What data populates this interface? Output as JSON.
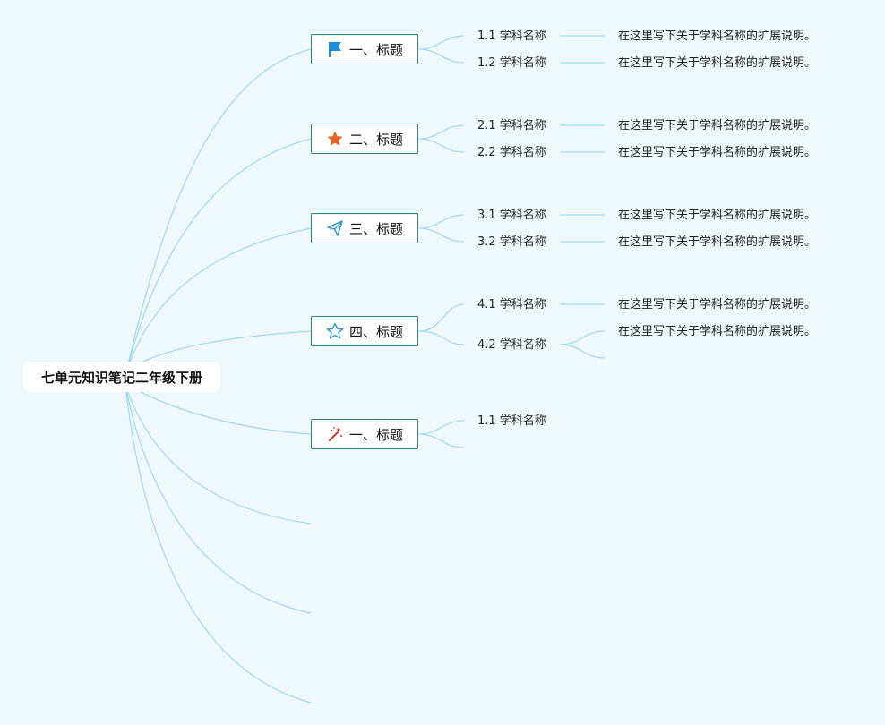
{
  "root": {
    "label": "七单元知识笔记二年级下册"
  },
  "topics": [
    {
      "label": "一、标题",
      "icon": "flag-icon",
      "icon_color": "#1f8ed8",
      "items": [
        {
          "label": "1.1 学科名称",
          "note": "在这里写下关于学科名称的扩展说明。"
        },
        {
          "label": "1.2 学科名称",
          "note": "在这里写下关于学科名称的扩展说明。"
        }
      ]
    },
    {
      "label": "二、标题",
      "icon": "star-filled-icon",
      "icon_color": "#e2622c",
      "items": [
        {
          "label": "2.1 学科名称",
          "note": "在这里写下关于学科名称的扩展说明。"
        },
        {
          "label": "2.2 学科名称",
          "note": "在这里写下关于学科名称的扩展说明。"
        }
      ]
    },
    {
      "label": "三、标题",
      "icon": "paper-plane-icon",
      "icon_color": "#3a97c9",
      "items": [
        {
          "label": "3.1 学科名称",
          "note": "在这里写下关于学科名称的扩展说明。"
        },
        {
          "label": "3.2 学科名称",
          "note": "在这里写下关于学科名称的扩展说明。"
        }
      ]
    },
    {
      "label": "四、标题",
      "icon": "star-outline-icon",
      "icon_color": "#3a97c9",
      "items": [
        {
          "label": "4.1 学科名称",
          "note": "在这里写下关于学科名称的扩展说明。"
        },
        {
          "label": "4.2 学科名称",
          "note": "在这里写下关于学科名称的扩展说明。"
        }
      ]
    },
    {
      "label": "一、标题",
      "icon": "magic-wand-icon",
      "icon_color": "#d0392b",
      "items": [
        {
          "label": "1.1 学科名称"
        }
      ]
    }
  ],
  "colors": {
    "background": "#eff8fa",
    "line": "#8fd3ee",
    "topic_border": "#2f7f7a"
  }
}
